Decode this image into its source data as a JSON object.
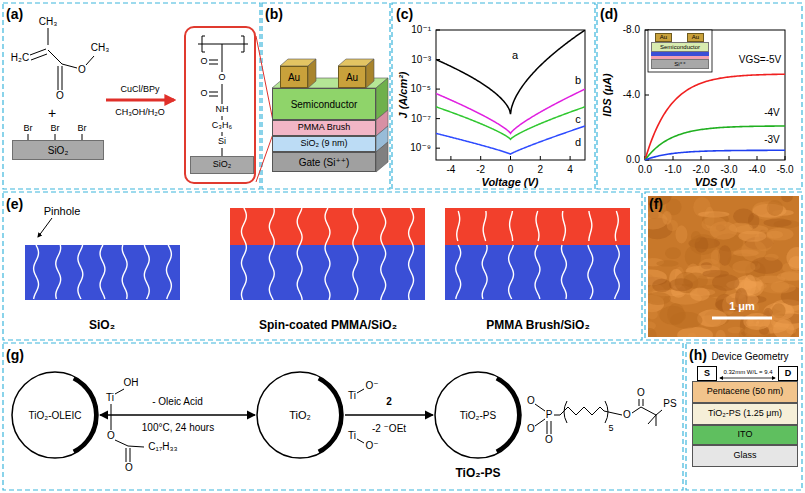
{
  "diagram": {
    "nodes": [
      {
        "text": [
          "SiO₂"
        ]
      },
      {
        "text": [
          "O",
          "O",
          "O",
          "NH",
          "C₃H₆",
          "Si"
        ]
      },
      {
        "text": [
          "SiO₂"
        ],
        "in": 1
      },
      {
        "text": [
          "Au"
        ]
      },
      {
        "text": [
          "Au"
        ]
      },
      {
        "text": [
          "Semiconductor"
        ]
      },
      {
        "text": [
          "PMMA Brush"
        ]
      },
      {
        "text": [
          "SiO₂ (9 nm)"
        ]
      },
      {
        "text": [
          "Gate (Si⁺⁺)"
        ]
      },
      {
        "text": [
          "Au"
        ]
      },
      {
        "text": [
          "Au"
        ]
      },
      {
        "text": [
          "Semiconductor"
        ]
      },
      {
        "text": [
          "Si⁺⁺"
        ]
      },
      {
        "text": [
          "TiO₂-OLEIC"
        ]
      },
      {
        "text": [
          "TiO₂"
        ]
      },
      {
        "text": [
          "TiO₂-PS"
        ]
      },
      {
        "text": [
          "S"
        ]
      },
      {
        "text": [
          "D"
        ]
      },
      {
        "text": [
          "Pentacene (50 nm)"
        ]
      },
      {
        "text": [
          "TiO₂-PS (1.25 μm)"
        ]
      },
      {
        "text": [
          "ITO"
        ]
      },
      {
        "text": [
          "Glass"
        ]
      }
    ],
    "edges": [
      {
        "from": 13,
        "to": 14,
        "label": "- Oleic Acid",
        "arrow": "both"
      },
      {
        "from": 14,
        "to": 15,
        "label": "2",
        "arrow": "to"
      }
    ],
    "labels": [
      "(a)",
      "(b)",
      "(c)",
      "(d)",
      "(e)",
      "(f)",
      "(g)",
      "(h)",
      "CH₃",
      "H₂C",
      "O",
      "O",
      "CH₃",
      "+",
      "Br",
      "Br",
      "Br",
      "CuCl/BPy",
      "CH₃OH/H₂O",
      "10⁻¹",
      "10⁻³",
      "10⁻⁵",
      "10⁻⁷",
      "10⁻⁹",
      "-4",
      "-2",
      "0",
      "2",
      "4",
      "Voltage (V)",
      "J (A/cm²)",
      "a",
      "b",
      "c",
      "d",
      "-8.0",
      "-4.0",
      "0.0",
      "0.0",
      "-1.0",
      "-2.0",
      "-3.0",
      "-4.0",
      "-5.0",
      "VDS (V)",
      "IDS (μA)",
      "VGS=-5V",
      "-4V",
      "-3V",
      "Pinhole",
      "SiO₂",
      "Spin-coated PMMA/SiO₂",
      "PMMA Brush/SiO₂",
      "1 μm",
      "Ti",
      "OH",
      "O",
      "O",
      "C₁₇H₃₃",
      "100°C, 24 hours",
      "Ti",
      "O⁻",
      "Ti",
      "O⁻",
      "-2 ⁻OEt",
      "O",
      "O",
      "P",
      "O",
      "5",
      "O",
      "O",
      "PS",
      "TiO₂-PS",
      "Device Geometry",
      "0.32mm W/L = 9.4"
    ]
  }
}
